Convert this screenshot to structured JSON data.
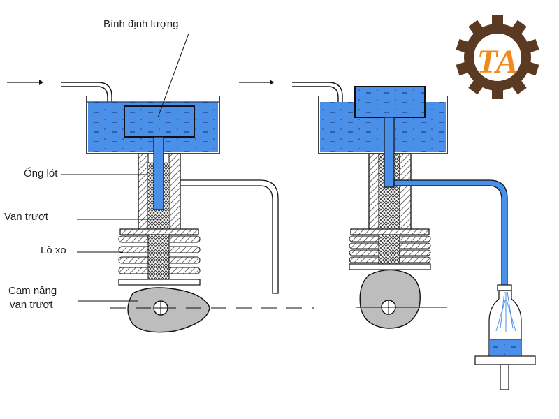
{
  "labels": {
    "measuring_vessel": "Bình định lượng",
    "sleeve": "Ống lót",
    "slide_valve": "Van trượt",
    "spring": "Lò xo",
    "cam_line1": "Cam nâng",
    "cam_line2": "van trượt"
  },
  "logo": {
    "text": "TA",
    "icon": "gear-logo-icon",
    "gear_color": "#5a3a22",
    "letter_color": "#f08a1c"
  },
  "colors": {
    "liquid": "#4a8fe8",
    "liquid_dark": "#1f5fc0",
    "cam": "#bdbdbd",
    "outline": "#111111"
  }
}
